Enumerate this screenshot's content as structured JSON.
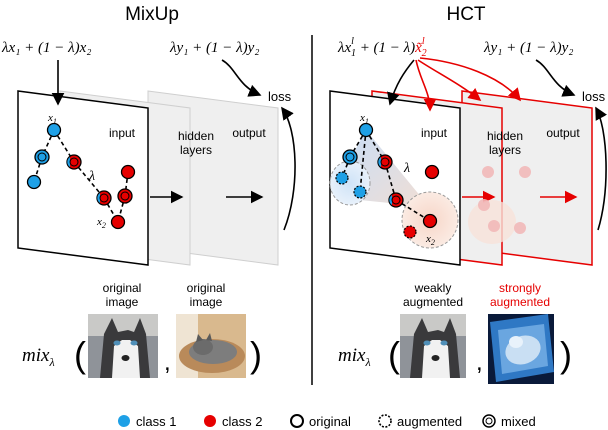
{
  "left_panel": {
    "title": "MixUp",
    "input_formula": "λx₁ + (1 − λ)x₂",
    "output_formula": "λy₁ + (1 − λ)y₂",
    "loss_label": "loss",
    "layer_labels": [
      "input",
      "hidden",
      "layers",
      "output"
    ],
    "point_labels": {
      "x1": "x",
      "x1_sub": "1",
      "x2": "x",
      "x2_sub": "2",
      "lambda": "λ"
    },
    "mix_function": "mix",
    "mix_sub": "λ",
    "image_captions": [
      {
        "line1": "original",
        "line2": "image"
      },
      {
        "line1": "original",
        "line2": "image"
      }
    ]
  },
  "right_panel": {
    "title": "HCT",
    "input_formula_a": "λx",
    "input_formula_a_sub": "1",
    "input_formula_a_sup": "l",
    "input_formula_b": " + (1 − λ)",
    "input_formula_c": "x̃",
    "input_formula_c_sub": "2",
    "input_formula_c_sup": "l",
    "output_formula": "λy₁ + (1 − λ)y₂",
    "loss_label": "loss",
    "layer_labels": [
      "input",
      "hidden",
      "layers",
      "output"
    ],
    "point_labels": {
      "x1": "x",
      "x1_sub": "1",
      "x2": "x",
      "x2_sub": "2",
      "lambda": "λ"
    },
    "mix_function": "mix",
    "mix_sub": "λ",
    "image_captions": [
      {
        "line1": "weakly",
        "line2": "augmented",
        "color": "#000000"
      },
      {
        "line1": "strongly",
        "line2": "augmented",
        "color": "#e60000"
      }
    ]
  },
  "legend": [
    {
      "label": "class 1",
      "marker": "blue-dot"
    },
    {
      "label": "class 2",
      "marker": "red-dot"
    },
    {
      "label": "original",
      "marker": "solid-ring"
    },
    {
      "label": "augmented",
      "marker": "dashed-ring"
    },
    {
      "label": "mixed",
      "marker": "double-ring"
    }
  ],
  "colors": {
    "class1": "#1ea0e6",
    "class2": "#e60000",
    "accent_red": "#e60000",
    "plane_fill": "#efefef"
  }
}
